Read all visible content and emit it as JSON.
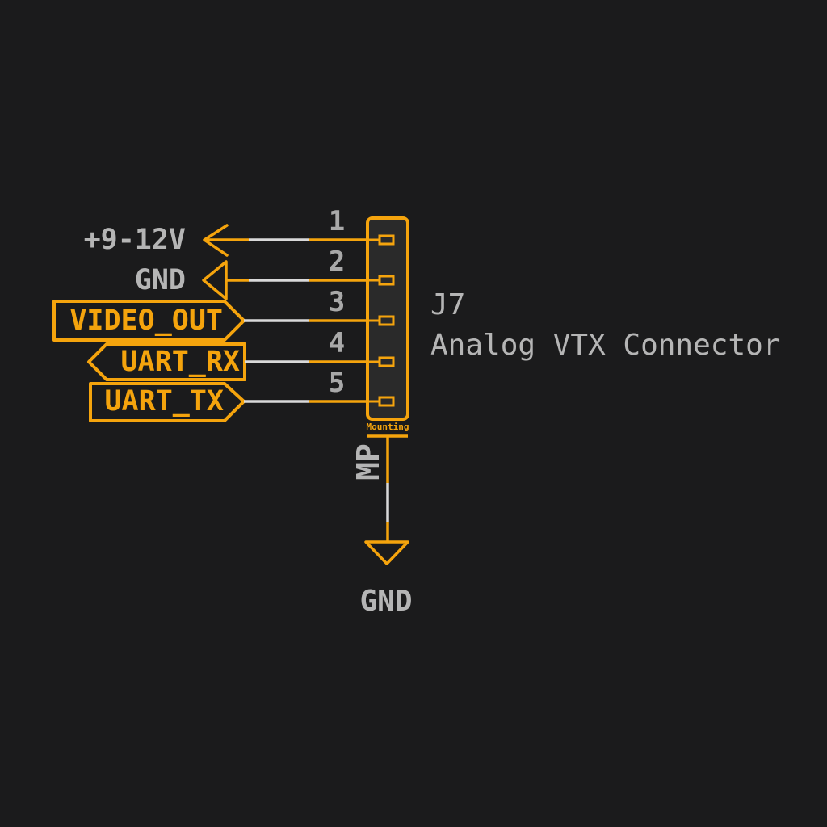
{
  "colors": {
    "background": "#1b1b1c",
    "accent_orange": "#f5a40d",
    "wire_white": "#d9d9d9",
    "label_gray": "#b5b5b5",
    "pin_number_gray": "#a9a9a9",
    "body_fill": "#2a2a2a"
  },
  "connector": {
    "reference": "J7",
    "description": "Analog VTX Connector",
    "pins": [
      {
        "number": "1",
        "net": "+9-12V",
        "label_style": "open-arrow-left"
      },
      {
        "number": "2",
        "net": "GND",
        "label_style": "triangle-arrow-left"
      },
      {
        "number": "3",
        "net": "VIDEO_OUT",
        "label_style": "hierarchical-flag-right-point"
      },
      {
        "number": "4",
        "net": "UART_RX",
        "label_style": "hierarchical-flag-left-point"
      },
      {
        "number": "5",
        "net": "UART_TX",
        "label_style": "hierarchical-flag-right-point"
      }
    ],
    "mounting_pin": {
      "name": "Mounting",
      "designator": "MP",
      "net": "GND"
    }
  }
}
